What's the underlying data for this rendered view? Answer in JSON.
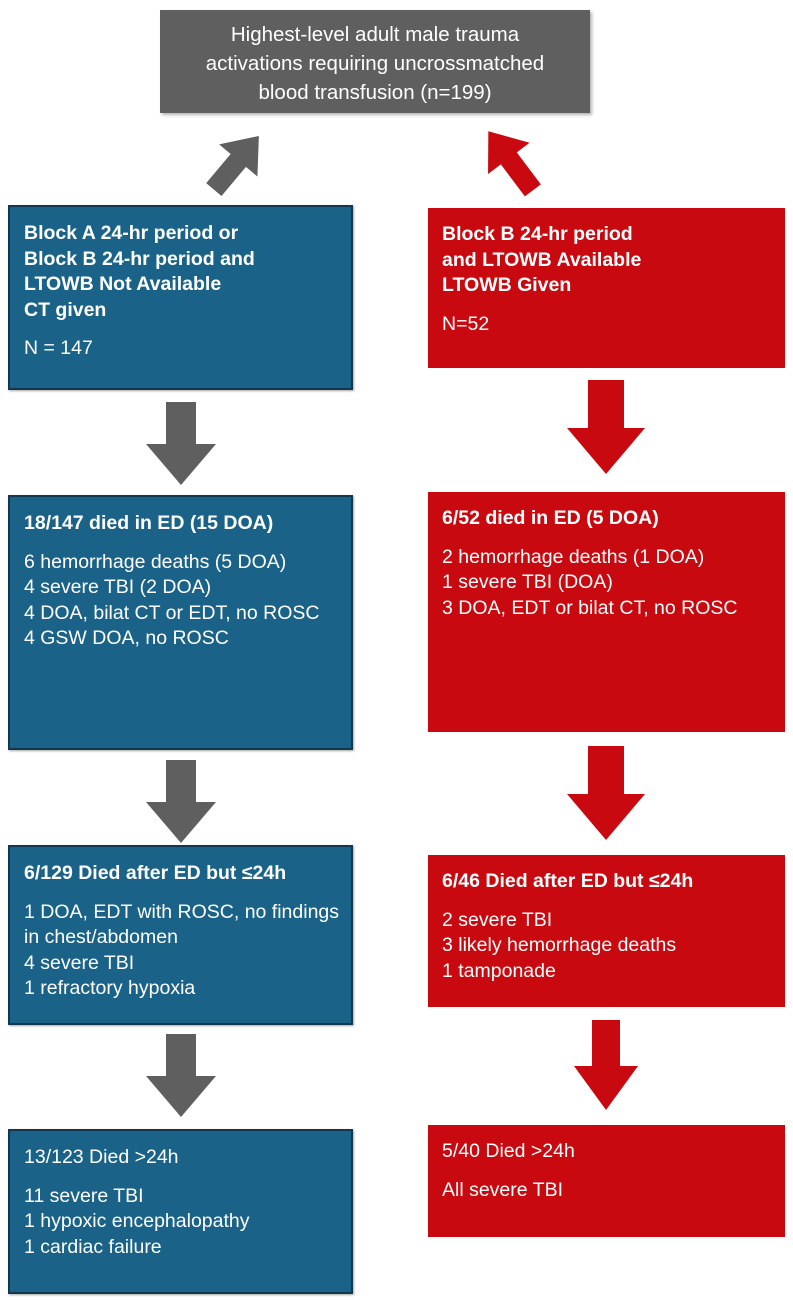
{
  "diagram": {
    "title_box": {
      "text": "Highest-level adult male trauma activations requiring uncrossmatched blood transfusion (n=199)",
      "line1": "Highest-level adult male trauma",
      "line2": "activations requiring uncrossmatched",
      "line3": "blood transfusion (n=199)"
    },
    "colors": {
      "header_gray": "#5f5f5f",
      "arrow_gray": "#5f5f5f",
      "blue": "#1a6287",
      "blue_border": "#13374e",
      "red": "#c80a10",
      "text_white": "#ffffff",
      "background": "#ffffff"
    },
    "left_branch": {
      "label": "control-arm",
      "box1": {
        "heading": [
          "Block A 24-hr period or",
          "Block B 24-hr period and",
          "LTOWB Not Available",
          "CT given"
        ],
        "count": "N = 147"
      },
      "box2": {
        "heading": "18/147 died in ED (15 DOA)",
        "details": [
          "6 hemorrhage deaths (5 DOA)",
          "4 severe TBI (2 DOA)",
          "4 DOA, bilat CT or EDT, no ROSC",
          "4 GSW DOA, no ROSC"
        ]
      },
      "box3": {
        "heading": "6/129 Died after ED but ≤24h",
        "details": [
          "1 DOA, EDT with ROSC, no findings in chest/abdomen",
          "4 severe TBI",
          "1 refractory hypoxia"
        ]
      },
      "box4": {
        "heading": "13/123 Died >24h",
        "details": [
          "11 severe TBI",
          "1 hypoxic encephalopathy",
          "1 cardiac failure"
        ]
      }
    },
    "right_branch": {
      "label": "ltowb-arm",
      "box1": {
        "heading": [
          "Block B 24-hr period",
          "and LTOWB Available",
          "LTOWB Given"
        ],
        "count": "N=52"
      },
      "box2": {
        "heading": "6/52 died in ED (5 DOA)",
        "details": [
          "2 hemorrhage deaths (1 DOA)",
          "1 severe TBI (DOA)",
          "3 DOA, EDT or bilat CT, no ROSC"
        ]
      },
      "box3": {
        "heading": "6/46 Died after ED but ≤24h",
        "details": [
          "2 severe TBI",
          "3 likely hemorrhage deaths",
          "1 tamponade"
        ]
      },
      "box4": {
        "heading": "5/40 Died >24h",
        "details": [
          "All severe TBI"
        ]
      }
    }
  }
}
